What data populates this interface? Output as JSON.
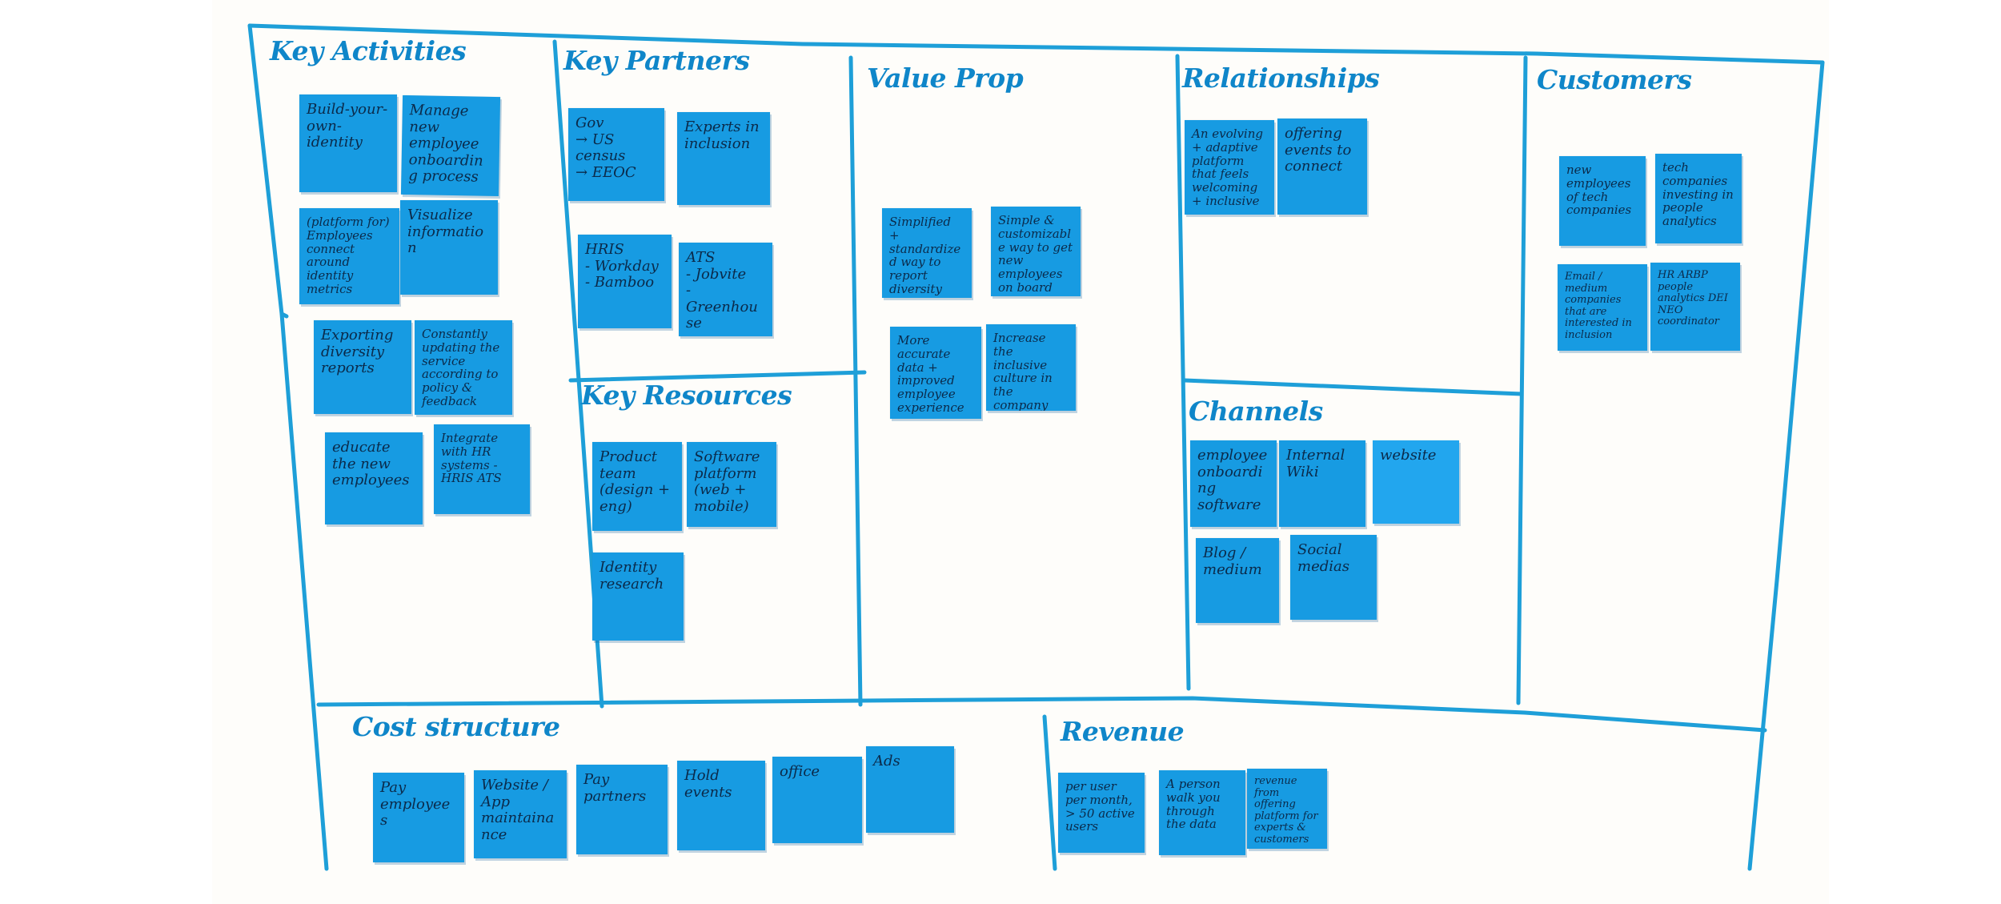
{
  "board": {
    "background_color": "#fefdfa",
    "line_color": "#1e9fd8",
    "note_color": "#179be2"
  },
  "sections": {
    "key_activities": "Key Activities",
    "key_partners": "Key Partners",
    "value_prop": "Value Prop",
    "relationships": "Relationships",
    "customers": "Customers",
    "key_resources": "Key Resources",
    "channels": "Channels",
    "cost_structure": "Cost structure",
    "revenue": "Revenue"
  },
  "notes": {
    "ka1": "Build-your-own-identity",
    "ka2": "Manage new employee onboarding process",
    "ka3": "(platform for) Employees connect around identity metrics",
    "ka4": "Visualize information",
    "ka5": "Exporting diversity reports",
    "ka6": "Constantly updating the service according to policy & feedback",
    "ka7": "educate the new employees",
    "ka8": "Integrate with HR systems - HRIS ATS",
    "kp1": "Gov\n→ US census\n→ EEOC",
    "kp2": "Experts in inclusion",
    "kp3": "HRIS\n- Workday\n- Bamboo",
    "kp4": "ATS\n- Jobvite\n- Greenhouse",
    "kr1": "Product team (design + eng)",
    "kr2": "Software platform (web + mobile)",
    "kr3": "Identity research",
    "vp1": "Simplified + standardized way to report diversity metrics",
    "vp2": "Simple & customizable way to get new employees on board",
    "vp3": "More accurate data + improved employee experience",
    "vp4": "Increase the inclusive culture in the company",
    "rel1": "An evolving + adaptive platform that feels welcoming + inclusive",
    "rel2": "offering events to connect",
    "ch1": "employee onboarding software",
    "ch2": "Internal Wiki",
    "ch3": "website",
    "ch4": "Blog / medium",
    "ch5": "Social medias",
    "cu1": "new employees of tech companies",
    "cu2": "tech companies investing in people analytics",
    "cu3": "Email / medium companies that are interested in inclusion",
    "cu4": "HR ARBP people analytics DEI NEO coordinator",
    "cs1": "Pay employees",
    "cs2": "Website / App maintainance",
    "cs3": "Pay partners",
    "cs4": "Hold events",
    "cs5": "office",
    "cs6": "Ads",
    "rv1": "per user per month, > 50 active users",
    "rv2": "A person walk you through the data",
    "rv3": "revenue from offering platform for experts & customers"
  }
}
